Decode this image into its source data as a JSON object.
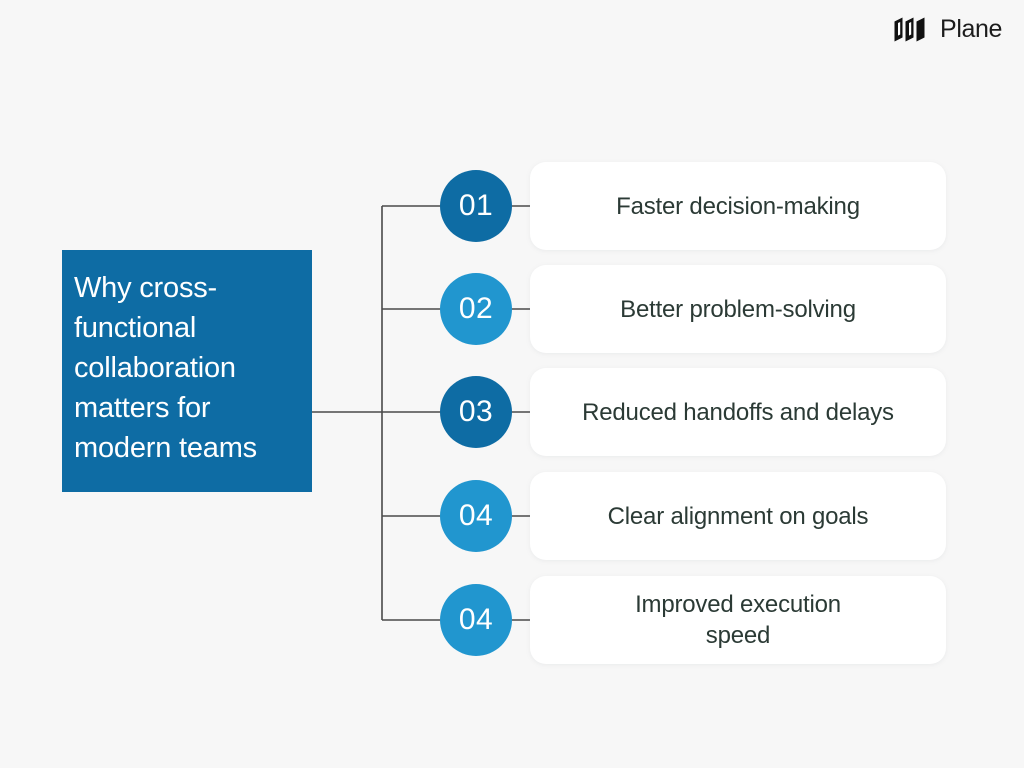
{
  "brand": {
    "name": "Plane",
    "mark_icon": "plane-logo-icon"
  },
  "title": {
    "text": "Why cross-functional collaboration matters for modern teams",
    "background_color": "#0e6ca4",
    "text_color": "#ffffff"
  },
  "colors": {
    "page_background": "#f7f7f7",
    "badge_dark": "#0e6ca4",
    "badge_light": "#2196cf",
    "pill_background": "#ffffff",
    "pill_text": "#2b3a35",
    "connector_line": "#4a4a4a"
  },
  "items": [
    {
      "number": "01",
      "label": "Faster decision-making",
      "badge_color": "#0e6ca4"
    },
    {
      "number": "02",
      "label": "Better problem-solving",
      "badge_color": "#2196cf"
    },
    {
      "number": "03",
      "label": "Reduced handoffs and delays",
      "badge_color": "#0e6ca4"
    },
    {
      "number": "04",
      "label": "Clear alignment on goals",
      "badge_color": "#2196cf"
    },
    {
      "number": "04",
      "label": "Improved execution\nspeed",
      "badge_color": "#2196cf"
    }
  ]
}
